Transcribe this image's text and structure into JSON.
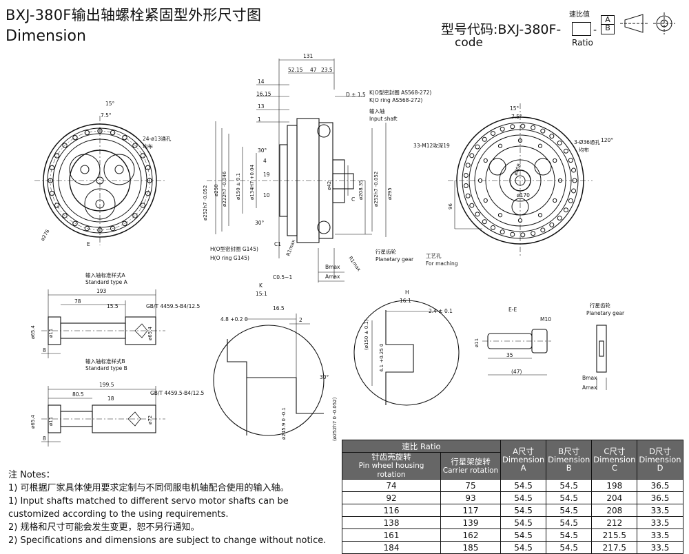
{
  "header": {
    "title_cn": "BXJ-380F输出轴螺栓紧固型外形尺寸图",
    "title_en": "Dimension",
    "model_label": "型号代码:BXJ-380F-",
    "code_label": "code",
    "ratio_label_cn": "速比值",
    "ratio_label_en": "Ratio",
    "box_a": "A",
    "box_b": "B",
    "dash": "-"
  },
  "labels": {
    "bolt_holes": "24-ø13通孔",
    "bolt_holes_en": "均布",
    "o_ring_k": "K(O型密封圈 AS568-272)",
    "o_ring_k_en": "K(O ring AS568-272)",
    "input_shaft_cn": "输入轴",
    "input_shaft_en": "Input shaft",
    "o_ring_h": "H(O型密封圈 G145)",
    "o_ring_h_en": "H(O ring G145)",
    "planetary_cn": "行星齿轮",
    "planetary_en": "Planetary gear",
    "machining_cn": "工艺孔",
    "machining_en": "For maching",
    "tapped": "33-M12攻深19",
    "holes_36": "3-Ø36通孔",
    "holes_36_en": "均布",
    "std_a_cn": "输入轴标准样式A",
    "std_a_en": "Standard type A",
    "std_b_cn": "输入轴标准样式B",
    "std_b_en": "Standard type B",
    "spline_a": "GB/T 4459.5-B4/12.5",
    "spline_b": "GB/T 4459.5-B4/12.5",
    "section_k": "K",
    "scale_k": "15:1",
    "section_h": "H",
    "scale_h": "16:1",
    "section_ee": "E-E",
    "planetary_gear_cn": "行星齿轮",
    "planetary_gear_en": "Planetary gear",
    "bmax": "Bmax",
    "amax": "Amax",
    "m10": "M10"
  },
  "dimensions": {
    "d131": "131",
    "d52_15": "52.15",
    "d47": "47",
    "d23_5": "23.5",
    "d14": "14",
    "d16_15": "16.15",
    "d13": "13",
    "d1": "1",
    "d_pm": "D ± 1.5",
    "d_c": "C",
    "d30a": "30°",
    "d30b": "30°",
    "d_r1": "R1max",
    "d_r1b": "R1max",
    "d_c1": "C1",
    "d_c05": "C0.5~1",
    "d250": "ø250",
    "d252": "ø252h7 -0.052",
    "d222": "ø222h7 -0.046",
    "d150": "ø150 ± 0.1",
    "d134": "ø134H7 +0.04",
    "d42": "ø42",
    "d208": "ø208.35",
    "d252b": "ø252h7 -0.052",
    "d295": "ø295",
    "d_4": "4",
    "d_19": "19",
    "d_10": "10",
    "d276": "ø276",
    "d_e": "E",
    "d15a": "15°",
    "d7_5a": "7.5°",
    "d15b": "15°",
    "d7_5b": "7.5°",
    "d120": "120°",
    "d96": "96",
    "d170": "ø170",
    "d208r": "ø208",
    "d193": "193",
    "d78": "78",
    "d15_5": "15.5",
    "d65_4a": "ø65.4",
    "d11a": "ø11",
    "d65_4b": "ø65.4",
    "d8a": "8",
    "d199_5": "199.5",
    "d80_5": "80.5",
    "d18": "18",
    "d65_4c": "ø65.4",
    "d11b": "ø11",
    "d72": "ø72",
    "d8b": "8",
    "d4_8": "4.8 +0.2 0",
    "d16_5": "16.5",
    "d2": "2",
    "d30c": "30°",
    "d245": "ø245.9 0 -0.1",
    "d252c": "(ø252h7 0 -0.052)",
    "d2_4": "2.4 ± 0.1",
    "d150b": "(ø150 ± 0.1)",
    "d4_1": "4.1 +0.25 0",
    "d11c": "ø11",
    "d35": "35",
    "d47b": "(47)"
  },
  "table": {
    "ratio_header": "速比 Ratio",
    "col_pin_cn": "针齿壳旋转",
    "col_pin_en": "Pin wheel housing rotation",
    "col_carrier_cn": "行星架旋转",
    "col_carrier_en": "Carrier rotation",
    "col_a_cn": "A尺寸",
    "col_a_en": "Dimension",
    "col_a_letter": "A",
    "col_b_cn": "B尺寸",
    "col_b_en": "Dimension",
    "col_b_letter": "B",
    "col_c_cn": "C尺寸",
    "col_c_en": "Dimension",
    "col_c_letter": "C",
    "col_d_cn": "D尺寸",
    "col_d_en": "Dimension",
    "col_d_letter": "D",
    "rows": [
      [
        "74",
        "75",
        "54.5",
        "54.5",
        "198",
        "36.5"
      ],
      [
        "92",
        "93",
        "54.5",
        "54.5",
        "204",
        "36.5"
      ],
      [
        "116",
        "117",
        "54.5",
        "54.5",
        "208",
        "33.5"
      ],
      [
        "138",
        "139",
        "54.5",
        "54.5",
        "212",
        "33.5"
      ],
      [
        "161",
        "162",
        "54.5",
        "54.5",
        "215.5",
        "33.5"
      ],
      [
        "184",
        "185",
        "54.5",
        "54.5",
        "217.5",
        "33.5"
      ]
    ]
  },
  "notes": {
    "heading": "注 Notes：",
    "n1_cn": "1) 可根据厂家具体使用要求定制与不同伺服电机轴配合使用的输入轴。",
    "n1_en_a": "1) Input shafts matched to different  servo motor shafts can be",
    "n1_en_b": "customized according to the using requirements.",
    "n2_cn": "2) 规格和尺寸可能会发生变更，恕不另行通知。",
    "n2_en": "2) Specifications and dimensions are subject to change without notice."
  }
}
